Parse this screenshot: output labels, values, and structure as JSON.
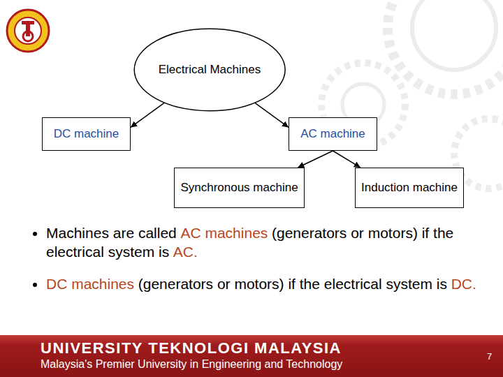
{
  "diagram": {
    "nodes": [
      {
        "text": [
          "Electrical Machines"
        ]
      },
      {
        "text": [
          "DC machine"
        ]
      },
      {
        "text": [
          "AC machine"
        ]
      },
      {
        "text": [
          "Synchronous machine"
        ]
      },
      {
        "text": [
          "Induction machine"
        ]
      }
    ],
    "edges": [
      {
        "from": 0,
        "to": 1,
        "arrow": "to"
      },
      {
        "from": 0,
        "to": 2,
        "arrow": "to"
      },
      {
        "from": 2,
        "to": 3,
        "arrow": "to"
      },
      {
        "from": 2,
        "to": 4,
        "arrow": "to"
      }
    ],
    "labels": [
      "Machines are called",
      "AC machines",
      "(generators or motors) if the electrical system is",
      "AC.",
      "DC machines",
      "(generators or motors) if the electrical system is",
      "DC.",
      "UNIVERSITY TEKNOLOGI MALAYSIA",
      "Malaysia's Premier University in Engineering and Technology",
      "7"
    ]
  }
}
